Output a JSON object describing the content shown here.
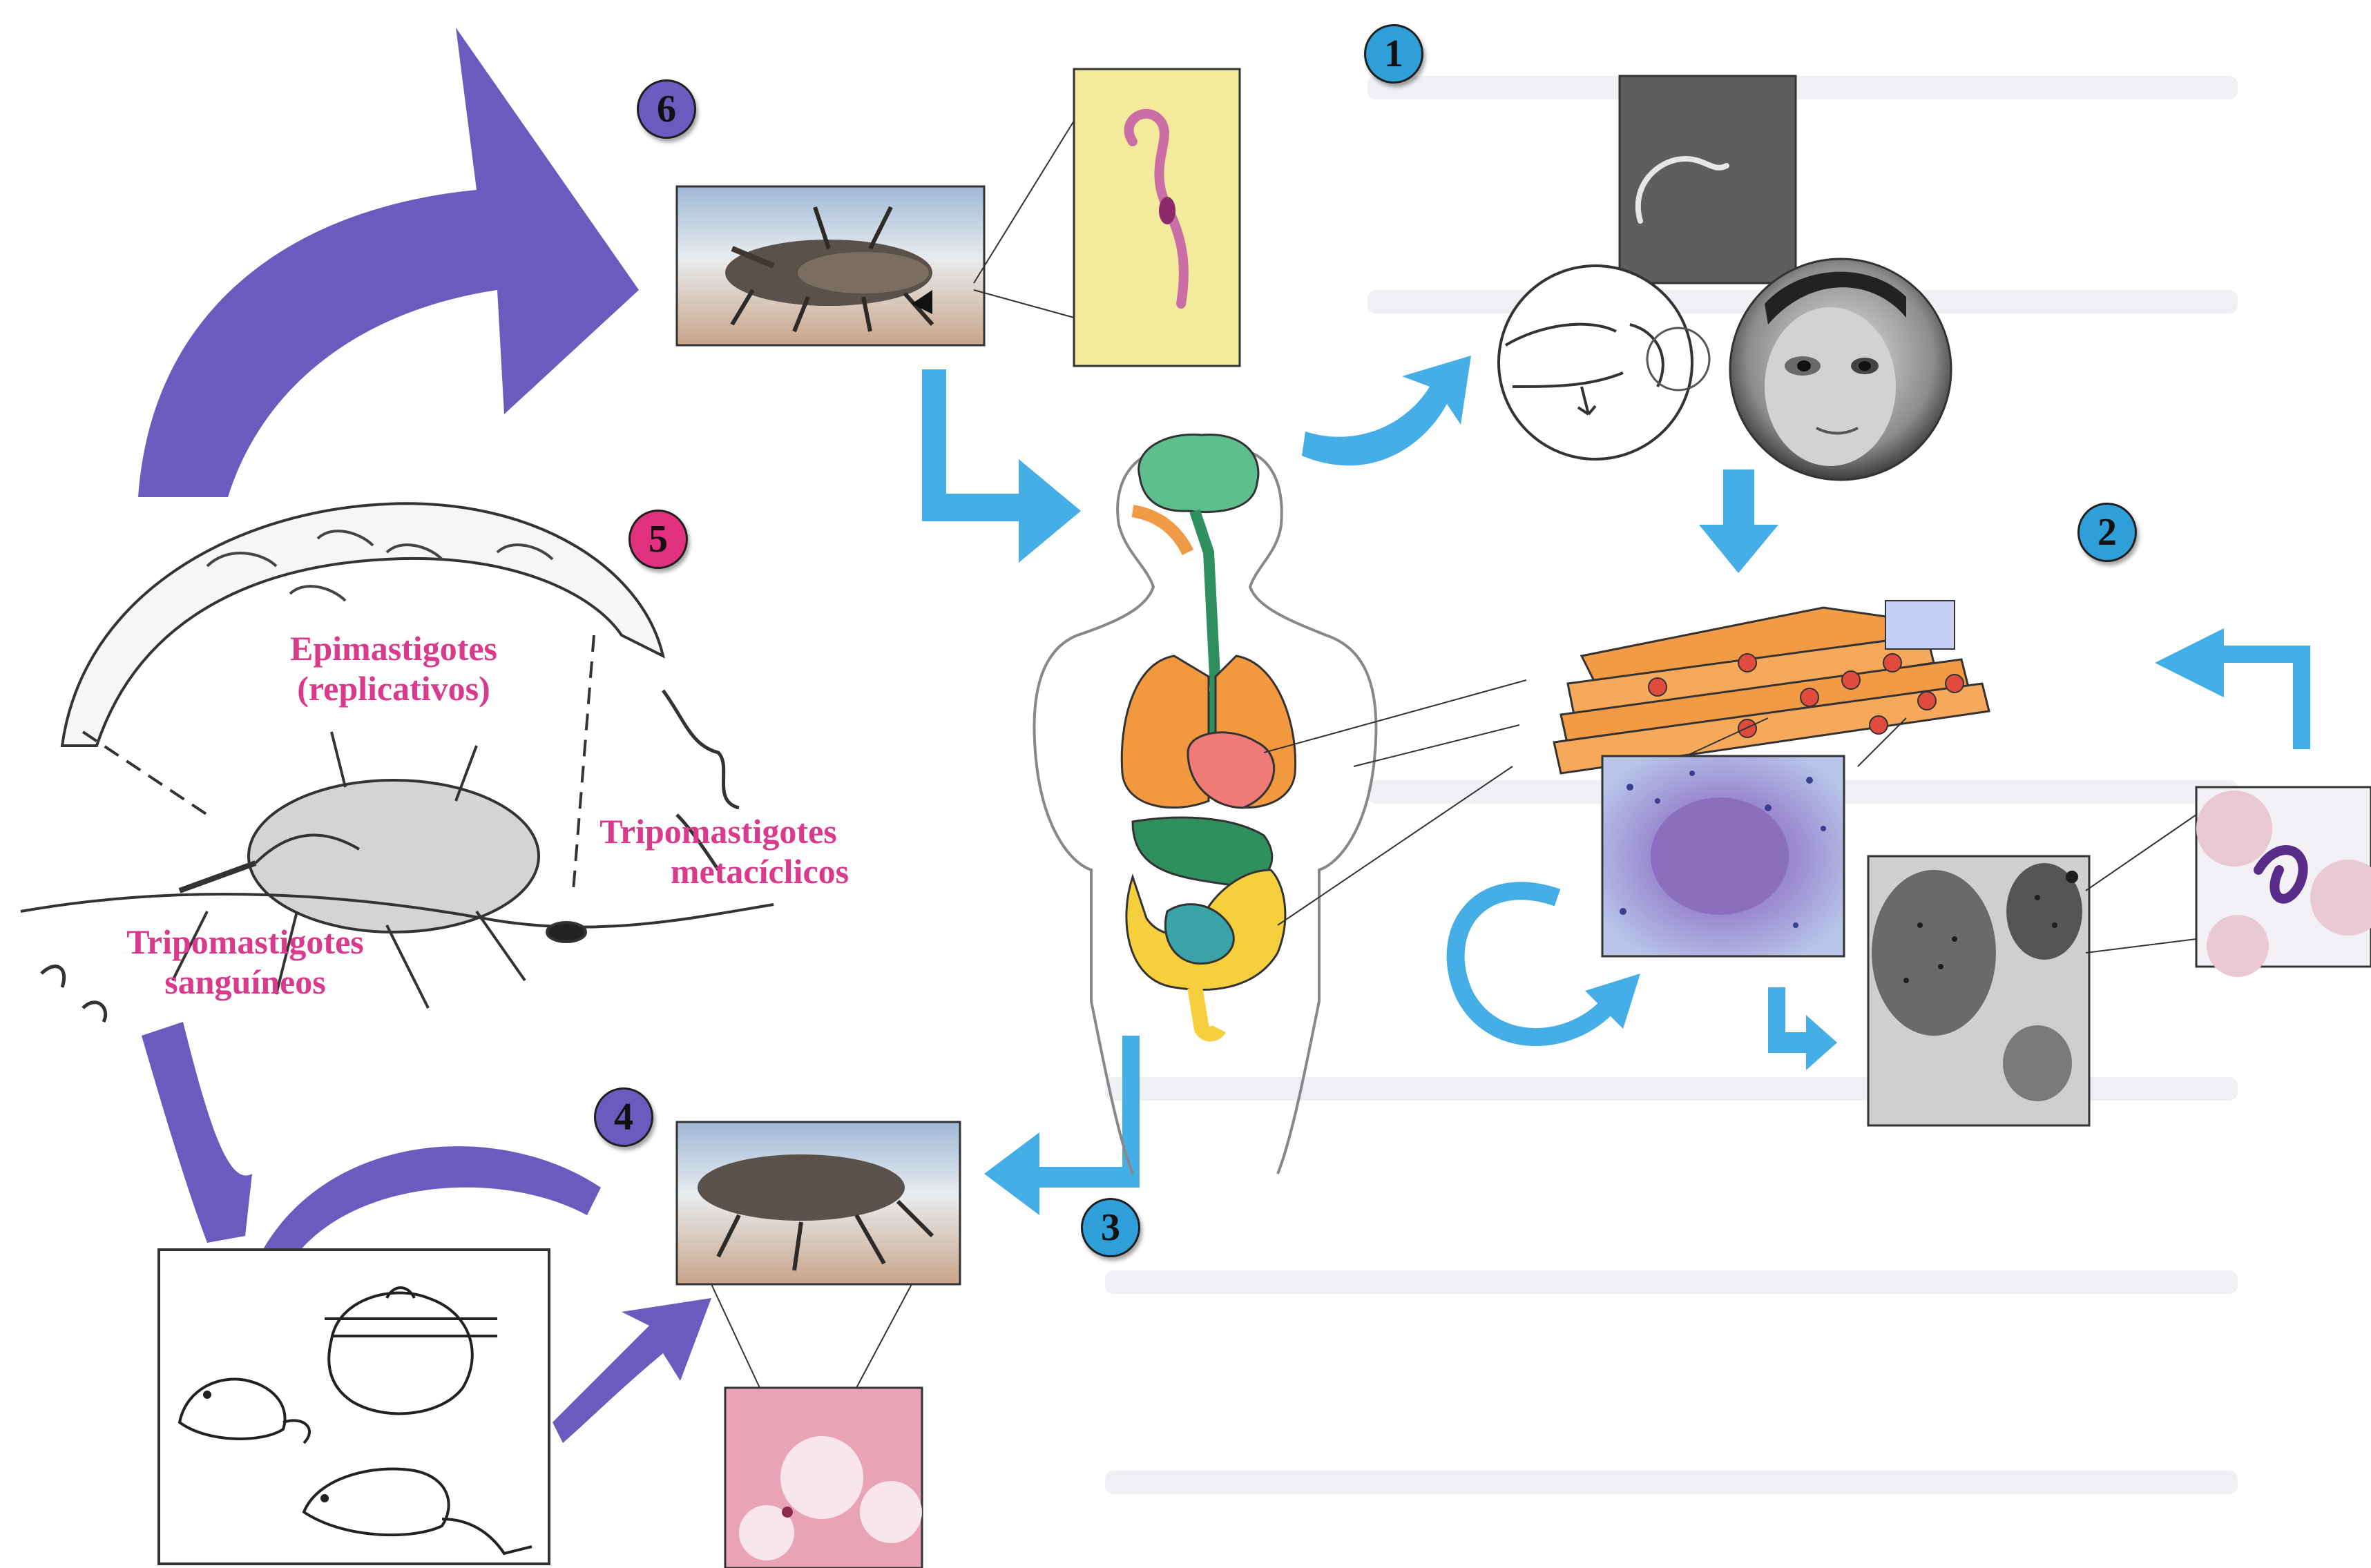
{
  "diagram": {
    "steps": [
      {
        "id": "1",
        "color": "#2e9fd8"
      },
      {
        "id": "2",
        "color": "#2e9fd8"
      },
      {
        "id": "3",
        "color": "#2e9fd8"
      },
      {
        "id": "4",
        "color": "#6a5bbf"
      },
      {
        "id": "5",
        "color": "#e0307e"
      },
      {
        "id": "6",
        "color": "#6a5bbf"
      }
    ],
    "labels": {
      "epimastigotes_line1": "Epimastigotes",
      "epimastigotes_line2": "(replicativos)",
      "tripo_meta_line1": "Tripomastigotes",
      "tripo_meta_line2": "metacíclicos",
      "tripo_sang_line1": "Tripomastigotes",
      "tripo_sang_line2": "sanguíneos"
    },
    "colors": {
      "human_cycle_arrow": "#46aee6",
      "vector_cycle_arrow": "#6a5bbf",
      "label_text": "#d93a8c",
      "muscle_tissue": "#f39a45",
      "heart": "#f07a78",
      "lungs": "#f2993f",
      "brain": "#5cbf8d",
      "intestine": "#f5cf3c"
    }
  }
}
